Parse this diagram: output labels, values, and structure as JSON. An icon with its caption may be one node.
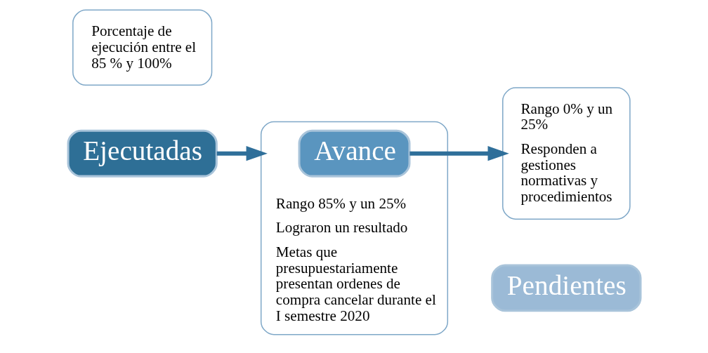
{
  "diagram": {
    "nodes": [
      {
        "text": [
          "Porcentaje de ejecución entre el 85 % y 100%"
        ]
      },
      {
        "text": [
          "Ejecutadas"
        ]
      },
      {
        "text": [
          "Rango 85% y un 25%",
          "Lograron un resultado",
          "Metas que presupuestariamente presentan ordenes de compra cancelar durante el I semestre 2020"
        ]
      },
      {
        "text": [
          "Avance"
        ],
        "in": 2
      },
      {
        "text": [
          "Rango 0% y un 25%",
          "Responden a gestiones normativas y procedimientos"
        ]
      },
      {
        "text": [
          "Pendientes"
        ]
      }
    ],
    "edges": [
      {
        "from": 1,
        "to": 2,
        "arrow": "to"
      },
      {
        "from": 3,
        "to": 4,
        "arrow": "to"
      }
    ]
  }
}
